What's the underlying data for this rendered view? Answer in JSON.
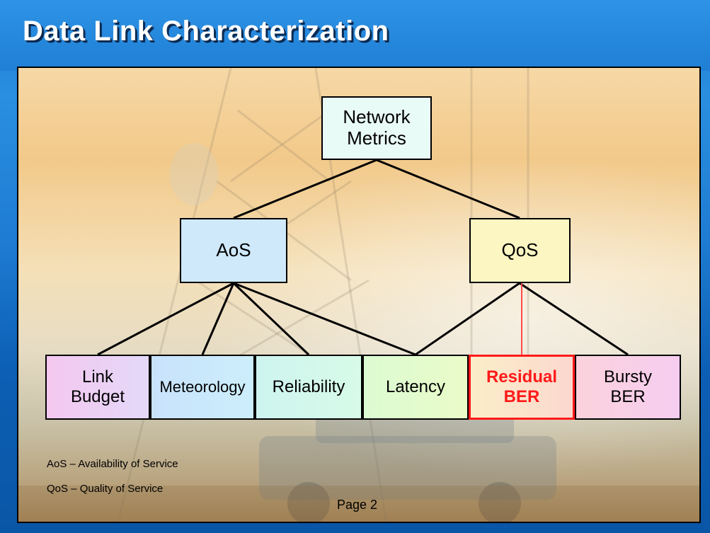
{
  "slide": {
    "title": "Data Link Characterization"
  },
  "diagram": {
    "root": {
      "label": "Network\nMetrics"
    },
    "aos": {
      "label": "AoS"
    },
    "qos": {
      "label": "QoS"
    },
    "leaves": [
      {
        "label": "Link\nBudget"
      },
      {
        "label": "Meteorology"
      },
      {
        "label": "Reliability"
      },
      {
        "label": "Latency"
      },
      {
        "label": "Residual\nBER",
        "highlight_color": "#ff1a1a"
      },
      {
        "label": "Bursty\nBER"
      }
    ],
    "edge_colors": {
      "default": "#000000",
      "highlight": "#ff4a4a"
    }
  },
  "footnotes": {
    "aos": "AoS – Availability of Service",
    "qos": "QoS – Quality of Service"
  },
  "page_label": "Page 2",
  "colors": {
    "header_blue": "#1f7fd4",
    "title_text": "#ffffff",
    "highlight_red": "#ff1a1a"
  }
}
